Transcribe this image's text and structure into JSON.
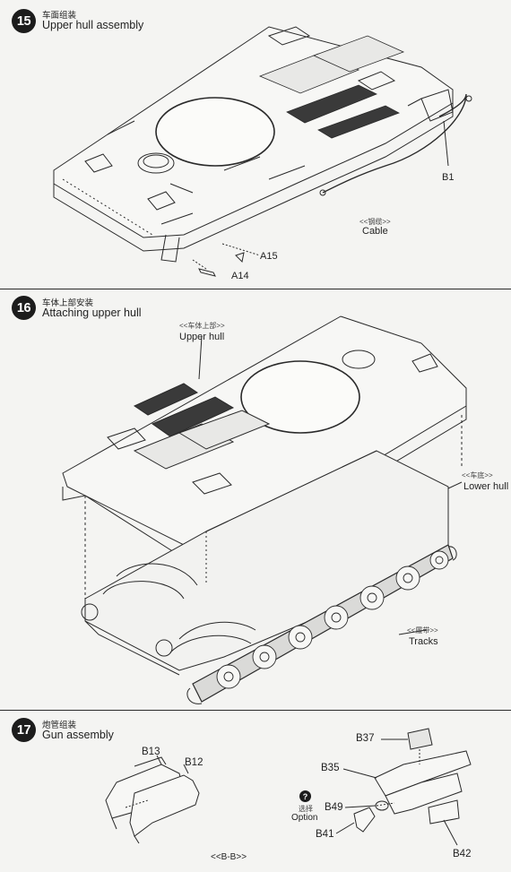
{
  "steps": [
    {
      "number": "15",
      "title_cn": "车面组装",
      "title_en": "Upper hull assembly",
      "labels": {
        "b1": "B1",
        "cable_cn": "<<钢缆>>",
        "cable_en": "Cable",
        "a15": "A15",
        "a14": "A14"
      }
    },
    {
      "number": "16",
      "title_cn": "车体上部安装",
      "title_en": "Attaching upper  hull",
      "labels": {
        "upper_hull_cn": "<<车体上部>>",
        "upper_hull_en": "Upper hull",
        "lower_hull_cn": "<<车底>>",
        "lower_hull_en": "Lower hull",
        "tracks_cn": "<<履带>>",
        "tracks_en": "Tracks"
      }
    },
    {
      "number": "17",
      "title_cn": "炮管组装",
      "title_en": "Gun assembly",
      "labels": {
        "b13": "B13",
        "b12": "B12",
        "bb": "<<B-B>>",
        "b37": "B37",
        "b35": "B35",
        "b49": "B49",
        "b41": "B41",
        "b42": "B42",
        "option_mark": "?",
        "option_cn": "选择",
        "option_en": "Option"
      }
    }
  ]
}
